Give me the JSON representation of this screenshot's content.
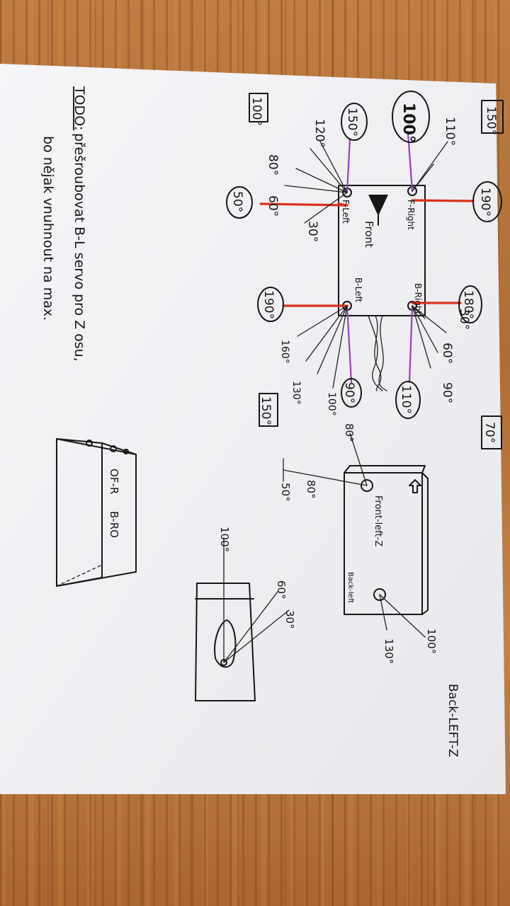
{
  "paper": {
    "background": "#f4f3f6",
    "ink": "#161616",
    "servo_line_red": "#d8321e",
    "servo_line_purple": "#9b3fb4"
  },
  "main_diagram": {
    "body_label": "Front",
    "servos": {
      "f_left": "F-Left",
      "f_right": "F-Right",
      "b_left": "B-Left",
      "b_right": "B-Right"
    },
    "angles": {
      "box_150_top": "150°",
      "a110": "110°",
      "oval_100": "100°",
      "oval_190_top": "190°",
      "box_100_left": "100°",
      "oval_150": "150°",
      "a120": "120°",
      "a80_left": "80°",
      "a60": "60°",
      "oval_50": "50°",
      "a30_left": "30°",
      "oval_190_bottom": "190°",
      "a160": "160°",
      "a130": "130°",
      "oval_90": "90°",
      "a100": "100°",
      "box_150_bottom": "150°",
      "oval_180": "180°",
      "a30_right": "30°",
      "a60_right": "60°",
      "a90_right": "90°",
      "oval_110": "110°",
      "box_70": "70°"
    }
  },
  "side_view": {
    "front_label": "Front-left-Z",
    "back_label": "Back-left",
    "a80_top": "80°",
    "a80_mid": "80°",
    "a50": "50°",
    "a100": "100°",
    "a130": "130°",
    "back_left_z": "Back-LEFT-Z"
  },
  "top_view": {
    "a100": "100°",
    "a60": "60°",
    "a30": "30°"
  },
  "box_sketch": {
    "label_fr": "OF-R",
    "label_br": "B-RO"
  },
  "todo": {
    "heading": "TODO:",
    "line1": "přešroubovat B-L servo pro Z osu,",
    "line2": "bo nějak vnuhnout na max."
  }
}
